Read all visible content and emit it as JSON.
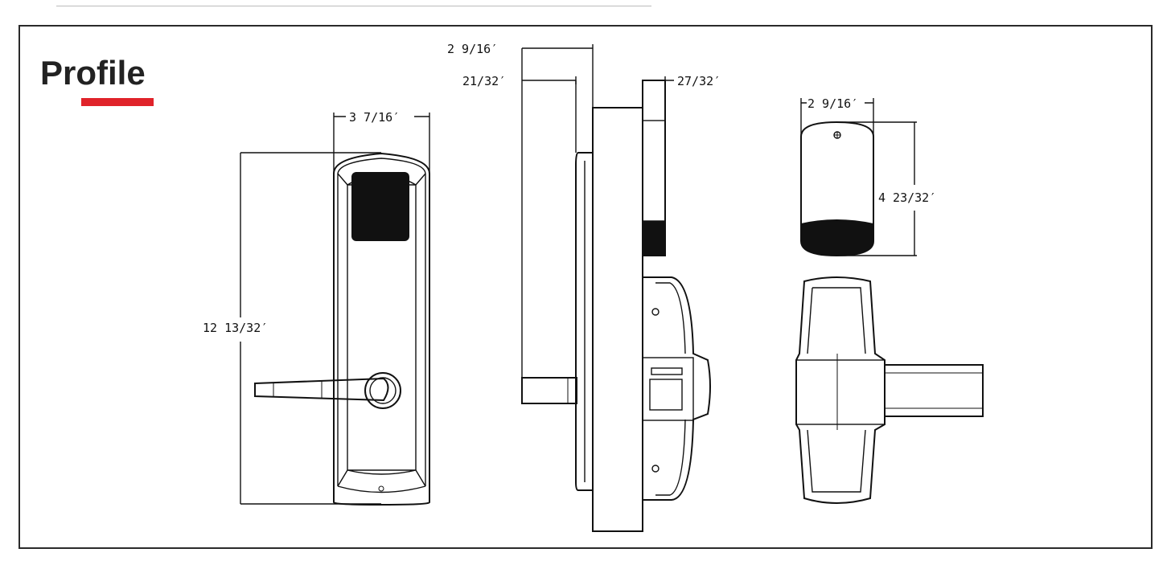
{
  "title": "Profile",
  "colors": {
    "accent": "#e0232a",
    "line": "#111111",
    "reader": "#111111",
    "frame": "#2a2a2a"
  },
  "dimensions": {
    "front_width": "3 7/16′",
    "front_height": "12 13/32′",
    "side_depth": "2 9/16′",
    "door_offset": "21/32′",
    "inner_thickness": "27/32′",
    "back_width": "2 9/16′",
    "back_height": "4 23/32′"
  }
}
